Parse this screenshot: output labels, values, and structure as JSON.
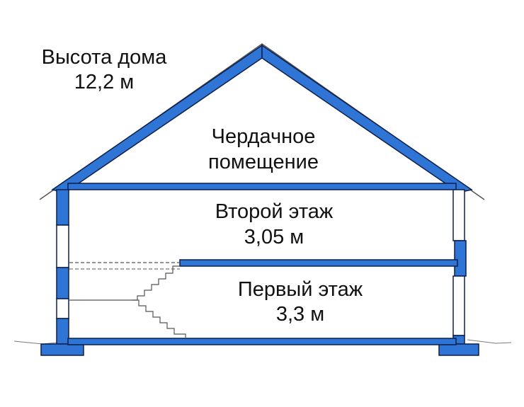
{
  "house_height": {
    "title": "Высота дома",
    "value": "12,2 м"
  },
  "attic": {
    "line1": "Чердачное",
    "line2": "помещение"
  },
  "second_floor": {
    "name": "Второй этаж",
    "height": "3,05 м"
  },
  "first_floor": {
    "name": "Первый этаж",
    "height": "3,3 м"
  },
  "colors": {
    "structure_fill": "#2f75d6",
    "outline": "#0d1f4a",
    "text": "#111111"
  }
}
